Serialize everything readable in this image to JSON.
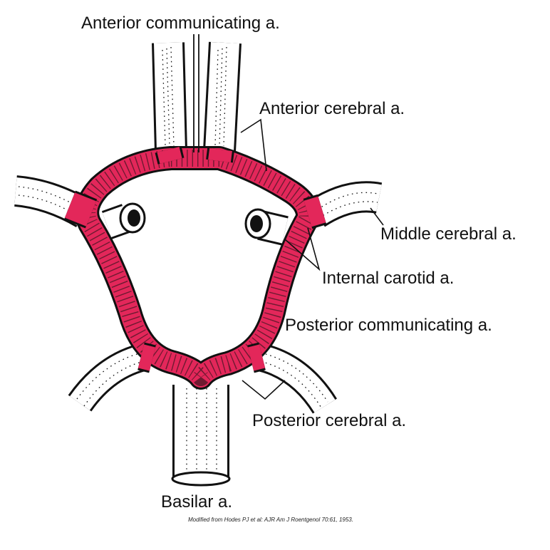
{
  "colors": {
    "circle_of_willis": "#e3275a",
    "vessel_wall": "#111111",
    "vessel_fill": "#ffffff"
  },
  "labels": {
    "anterior_communicating": "Anterior communicating a.",
    "anterior_cerebral": "Anterior cerebral a.",
    "middle_cerebral": "Middle cerebral a.",
    "internal_carotid": "Internal carotid a.",
    "posterior_communicating": "Posterior communicating a.",
    "posterior_cerebral": "Posterior cerebral a.",
    "basilar": "Basilar a."
  },
  "citation": "Modified from Hodes PJ et al: AJR Am J Roentgenol 70:61, 1953."
}
